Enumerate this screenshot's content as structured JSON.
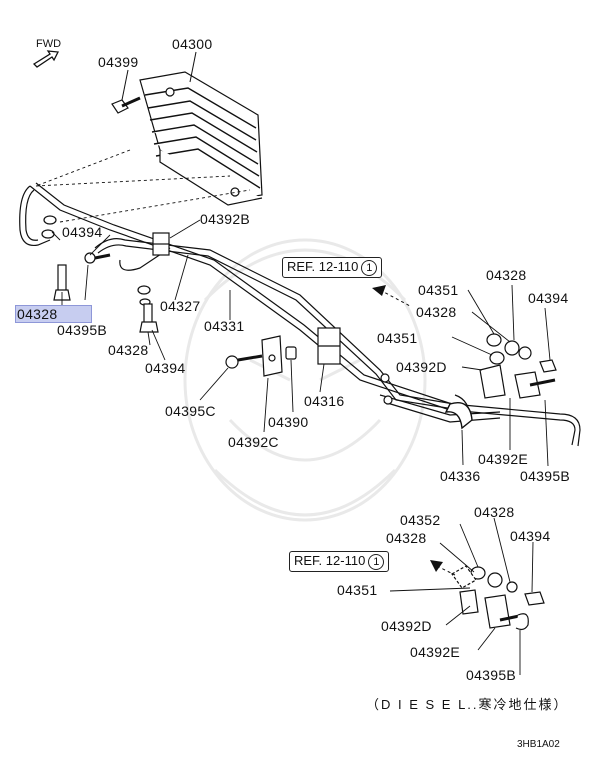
{
  "fwd_label": "FWD",
  "part_labels": [
    {
      "id": "04300",
      "text": "04300"
    },
    {
      "id": "04399",
      "text": "04399"
    },
    {
      "id": "04394-a",
      "text": "04394"
    },
    {
      "id": "04392B",
      "text": "04392B"
    },
    {
      "id": "04328-hl",
      "text": "04328"
    },
    {
      "id": "04395B-a",
      "text": "04395B"
    },
    {
      "id": "04327",
      "text": "04327"
    },
    {
      "id": "04331",
      "text": "04331"
    },
    {
      "id": "04328-b",
      "text": "04328"
    },
    {
      "id": "04394-b",
      "text": "04394"
    },
    {
      "id": "04395C",
      "text": "04395C"
    },
    {
      "id": "04392C",
      "text": "04392C"
    },
    {
      "id": "04390",
      "text": "04390"
    },
    {
      "id": "04316",
      "text": "04316"
    },
    {
      "id": "04351-a",
      "text": "04351"
    },
    {
      "id": "04328-c",
      "text": "04328"
    },
    {
      "id": "04328-d",
      "text": "04328"
    },
    {
      "id": "04394-c",
      "text": "04394"
    },
    {
      "id": "04351-b",
      "text": "04351"
    },
    {
      "id": "04392D-a",
      "text": "04392D"
    },
    {
      "id": "04392E-a",
      "text": "04392E"
    },
    {
      "id": "04336",
      "text": "04336"
    },
    {
      "id": "04395B-b",
      "text": "04395B"
    },
    {
      "id": "04352",
      "text": "04352"
    },
    {
      "id": "04328-e",
      "text": "04328"
    },
    {
      "id": "04328-f",
      "text": "04328"
    },
    {
      "id": "04394-d",
      "text": "04394"
    },
    {
      "id": "04351-c",
      "text": "04351"
    },
    {
      "id": "04392D-b",
      "text": "04392D"
    },
    {
      "id": "04392E-b",
      "text": "04392E"
    },
    {
      "id": "04395B-c",
      "text": "04395B"
    }
  ],
  "ref_boxes": [
    {
      "id": "ref-1",
      "text": "REF. 12-110",
      "circle": "1"
    },
    {
      "id": "ref-2",
      "text": "REF. 12-110",
      "circle": "1"
    }
  ],
  "variant_note": "（D I E S E L..寒冷地仕様）",
  "diagram_code": "3HB1A02"
}
